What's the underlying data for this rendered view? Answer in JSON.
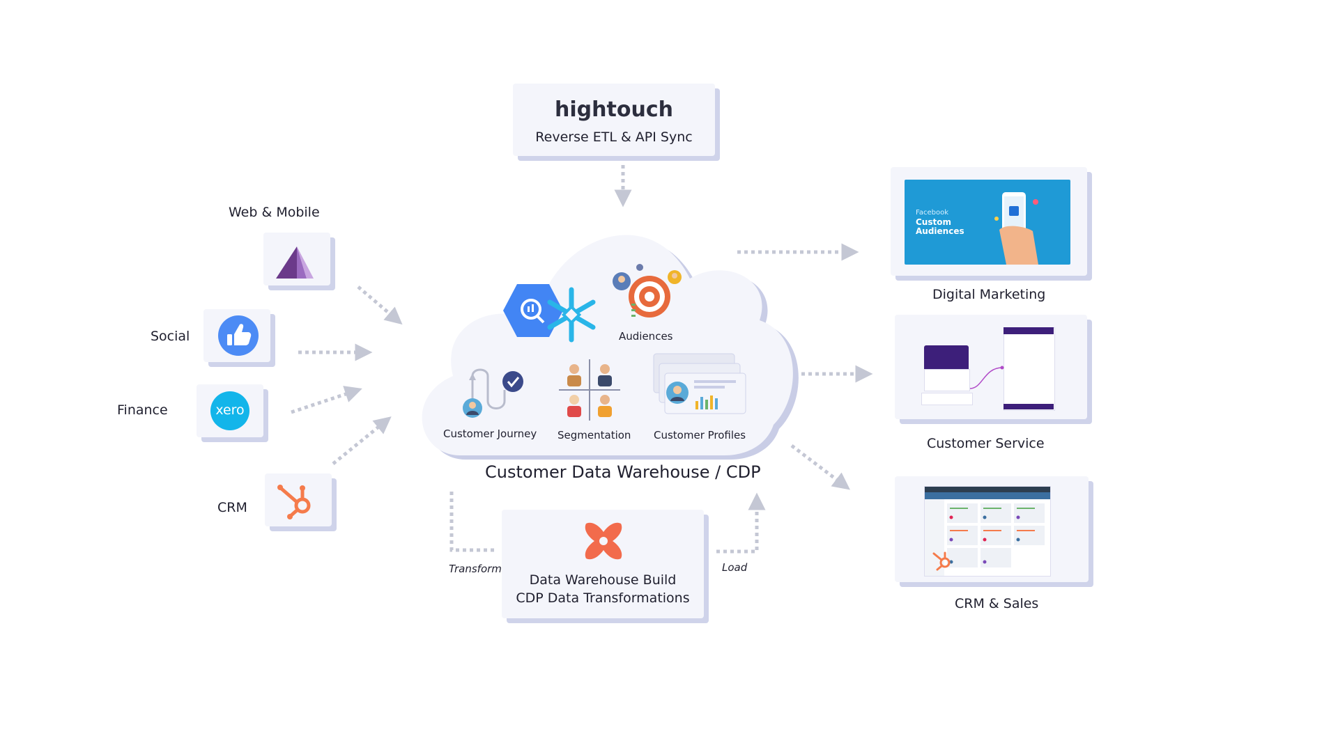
{
  "hightouch": {
    "brand": "hightouch",
    "subtitle": "Reverse ETL & API Sync"
  },
  "sources": [
    {
      "label": "Web & Mobile",
      "icon": "prism-icon"
    },
    {
      "label": "Social",
      "icon": "thumbs-up-icon"
    },
    {
      "label": "Finance",
      "icon": "xero-icon",
      "icon_text": "xero"
    },
    {
      "label": "CRM",
      "icon": "hubspot-icon"
    }
  ],
  "cloud": {
    "title": "Customer Data Warehouse / CDP",
    "items": [
      "Audiences",
      "Customer Journey",
      "Segmentation",
      "Customer Profiles"
    ]
  },
  "build": {
    "line1": "Data Warehouse Build",
    "line2": "CDP Data Transformations",
    "transform_label": "Transform",
    "load_label": "Load"
  },
  "destinations": [
    {
      "label": "Digital Marketing",
      "screenshot": {
        "line1": "Facebook",
        "line2": "Custom",
        "line3": "Audiences"
      }
    },
    {
      "label": "Customer Service"
    },
    {
      "label": "CRM & Sales"
    }
  ],
  "colors": {
    "card": "#f4f5fb",
    "shadow": "#cfd3ea",
    "arrow": "#c4c7d4",
    "cloud": "#f4f5fb",
    "cloud_shadow": "#c9cde6",
    "bigquery": "#4285f4",
    "snowflake": "#29b5e8",
    "hubspot": "#f57b4b",
    "xero": "#13b5ea",
    "facebook_blue": "#4c8bf5"
  }
}
